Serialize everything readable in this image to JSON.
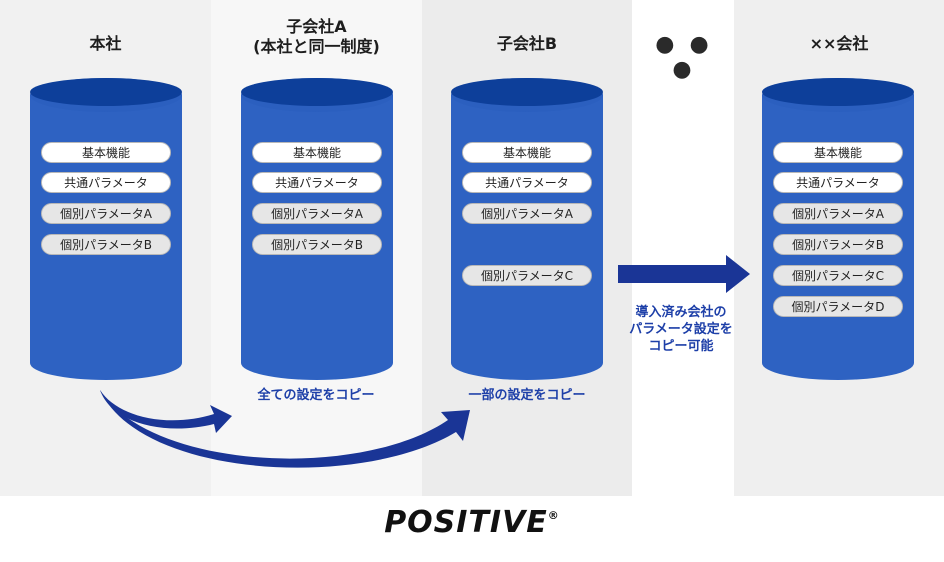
{
  "columns": [
    {
      "title": "本社",
      "title2": "",
      "params": [
        {
          "label": "基本機能",
          "style": "white"
        },
        {
          "label": "共通パラメータ",
          "style": "white"
        },
        {
          "label": "個別パラメータA",
          "style": "gray"
        },
        {
          "label": "個別パラメータB",
          "style": "gray"
        }
      ]
    },
    {
      "title": "子会社A",
      "title2": "(本社と同一制度)",
      "params": [
        {
          "label": "基本機能",
          "style": "white"
        },
        {
          "label": "共通パラメータ",
          "style": "white"
        },
        {
          "label": "個別パラメータA",
          "style": "gray"
        },
        {
          "label": "個別パラメータB",
          "style": "gray"
        }
      ]
    },
    {
      "title": "子会社B",
      "title2": "",
      "params": [
        {
          "label": "基本機能",
          "style": "white"
        },
        {
          "label": "共通パラメータ",
          "style": "white"
        },
        {
          "label": "個別パラメータA",
          "style": "gray"
        },
        {
          "label": "個別パラメータC",
          "style": "gray"
        }
      ]
    },
    {
      "title": "××会社",
      "title2": "",
      "params": [
        {
          "label": "基本機能",
          "style": "white"
        },
        {
          "label": "共通パラメータ",
          "style": "white"
        },
        {
          "label": "個別パラメータA",
          "style": "gray"
        },
        {
          "label": "個別パラメータB",
          "style": "gray"
        },
        {
          "label": "個別パラメータC",
          "style": "gray"
        },
        {
          "label": "個別パラメータD",
          "style": "gray"
        }
      ]
    }
  ],
  "ellipsis": "● ● ●",
  "copy_all_label": "全ての設定をコピー",
  "copy_partial_label": "一部の設定をコピー",
  "copy_note": {
    "line1": "導入済み会社の",
    "line2": "パラメータ設定を",
    "line3": "コピー可能"
  },
  "logo": {
    "text": "POSITIVE",
    "mark": "®"
  },
  "colors": {
    "cylinder": "#2e62c2",
    "cylinder_top": "#0d3f9a",
    "arrow": "#1a3596",
    "label_text": "#1d3fa8"
  }
}
